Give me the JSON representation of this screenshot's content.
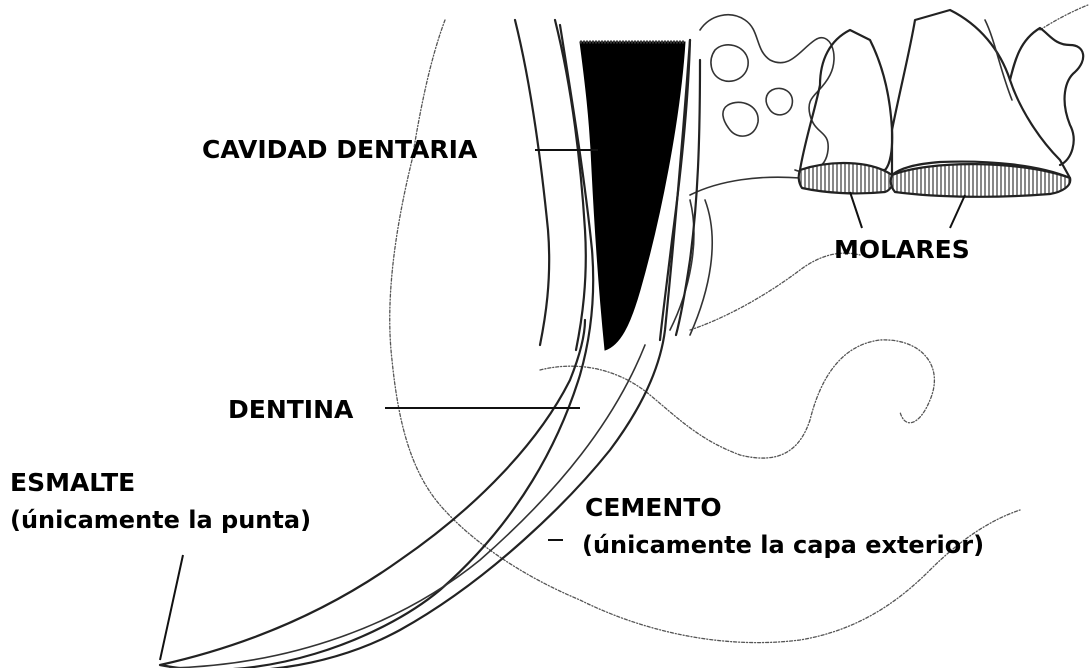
{
  "labels": {
    "cavidad": "CAVIDAD DENTARIA",
    "molares": "MOLARES",
    "dentina": "DENTINA",
    "esmalte_1": "ESMALTE",
    "esmalte_2": "(únicamente la punta)",
    "cemento_1": "CEMENTO",
    "cemento_2": "(únicamente la capa exterior)"
  },
  "colors": {
    "ink": "#000000",
    "pulp": "#000000",
    "hatch": "#555555"
  }
}
